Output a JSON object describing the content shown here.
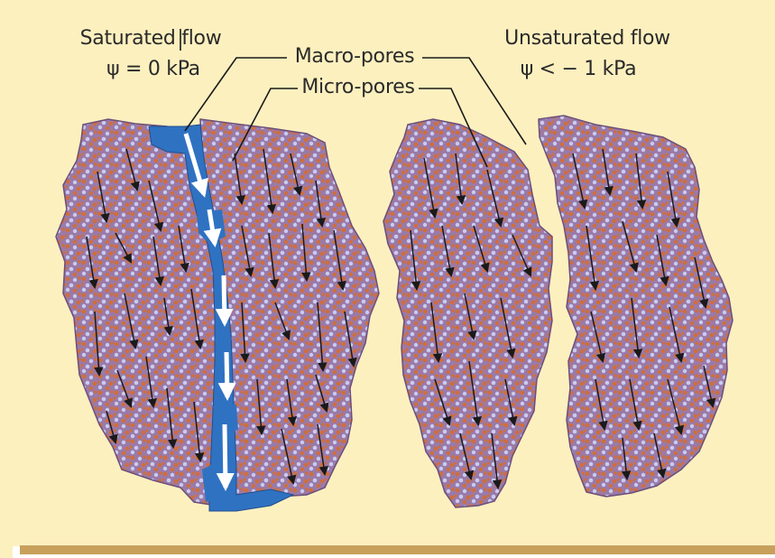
{
  "labels": {
    "saturated_title": "Saturated flow",
    "saturated_psi": "ψ  = 0 kPa",
    "unsaturated_title": "Unsaturated flow",
    "unsaturated_psi": "ψ  < − 1 kPa",
    "macro_pores": "Macro-pores",
    "micro_pores": "Micro-pores"
  },
  "colors": {
    "background": "#fdf0bf",
    "soil_base": "#9a7aa8",
    "soil_dot_orange": "#cf6e3d",
    "soil_dot_blue": "#c9cbf0",
    "macropore_water": "#2f72c2",
    "flow_arrow": "#1a1a1a",
    "water_arrow": "#ffffff",
    "bottom_rule": "#c7a15c"
  },
  "icons": [
    "down-arrow-icon"
  ]
}
